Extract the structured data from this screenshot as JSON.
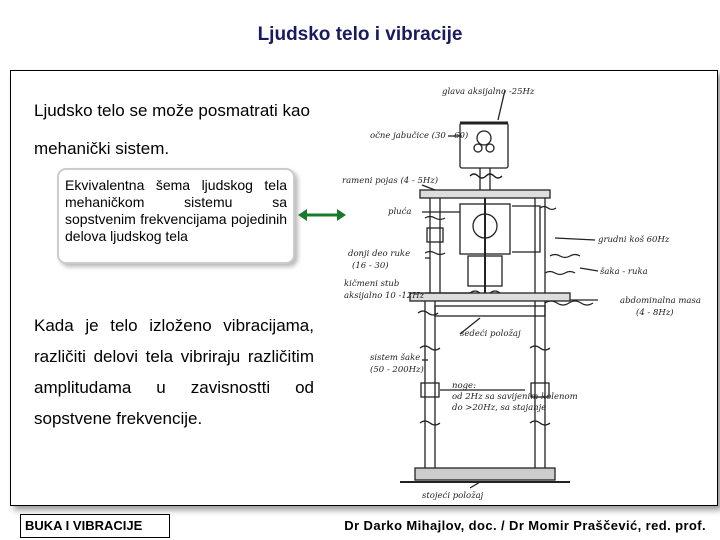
{
  "title": "Ljudsko telo i vibracije",
  "intro_text": "Ljudsko telo se može posmatrati kao mehanički sistem.",
  "callout_text": "Ekvivalentna šema ljudskog tela mehaničkom sistemu sa sopstvenim frekvencijama pojedinih delova ljudskog tela",
  "body_text": "Kada je telo izloženo vibracijama, različiti delovi tela vibriraju različitim amplitudama u zavisnostti od sopstvene frekvencije.",
  "colors": {
    "title": "#1a1a5e",
    "arrow": "#1a7a2a"
  },
  "figure": {
    "labels": {
      "head": "glava aksijalno -25Hz",
      "eyes": "očne jabučice (30 - 60)",
      "shoulder": "rameni pojas (4 - 5Hz)",
      "lungs": "pluća",
      "forearm1": "donji deo ruke",
      "forearm2": "(16 - 30)",
      "chest": "grudni koš 60Hz",
      "hand": "šaka - ruka",
      "spine1": "kičmeni stub",
      "spine2": "aksijalno 10 -12Hz",
      "abdomen1": "abdominalna masa",
      "abdomen2": "(4 - 8Hz)",
      "seated": "sedeći položaj",
      "legs1": "sistem šake",
      "legs2": "(50 - 200Hz)",
      "knees1": "noge:",
      "knees2": "od 2Hz sa savijenim kolenom",
      "knees3": "do >20Hz, sa stajanje",
      "standing": "stojeći položaj"
    }
  },
  "footer": {
    "left": "BUKA I VIBRACIJE",
    "right": "Dr Darko Mihajlov, doc. / Dr Momir Praščević, red. prof."
  }
}
